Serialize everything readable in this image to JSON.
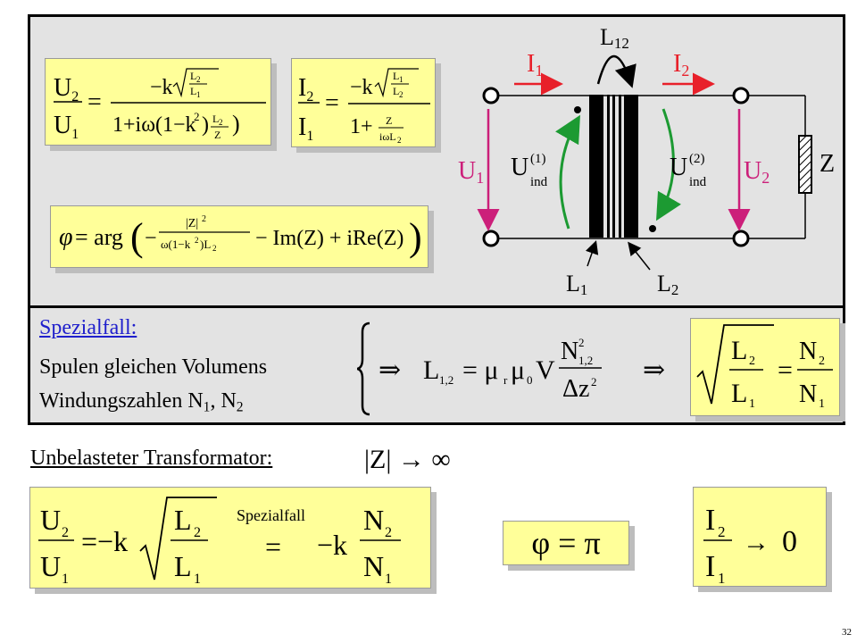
{
  "circuit": {
    "L12": "L",
    "L12_sub": "12",
    "I1": "I",
    "I1_sub": "1",
    "I2": "I",
    "I2_sub": "2",
    "U1": "U",
    "U1_sub": "1",
    "U2": "U",
    "U2_sub": "2",
    "Z": "Z",
    "L1": "L",
    "L1_sub": "1",
    "L2": "L",
    "L2_sub": "2",
    "Uind1_main": "U",
    "Uind1_sup": "(1)",
    "Uind1_sub": "ind",
    "Uind2_main": "U",
    "Uind2_sup": "(2)",
    "Uind2_sub": "ind",
    "colors": {
      "current": "#e8202a",
      "voltage": "#cc1f7a",
      "induced": "#1c9a32"
    }
  },
  "special_case": {
    "heading": "Spezialfall:",
    "line1": "Spulen gleichen Volumens",
    "line2": "Windungszahlen N",
    "n1_sub": "1",
    "sep": ", N",
    "n2_sub": "2"
  },
  "unloaded": {
    "heading": "Unbelasteter Transformator:",
    "condition": "|Z| → ∞"
  },
  "labels": {
    "spezialfall_over": "Spezialfall",
    "phi_pi": "φ = π"
  },
  "page_number": "32",
  "colors": {
    "formula_box": "#ffff99",
    "panel": "#e3e3e3",
    "link": "#1f1fcc"
  }
}
